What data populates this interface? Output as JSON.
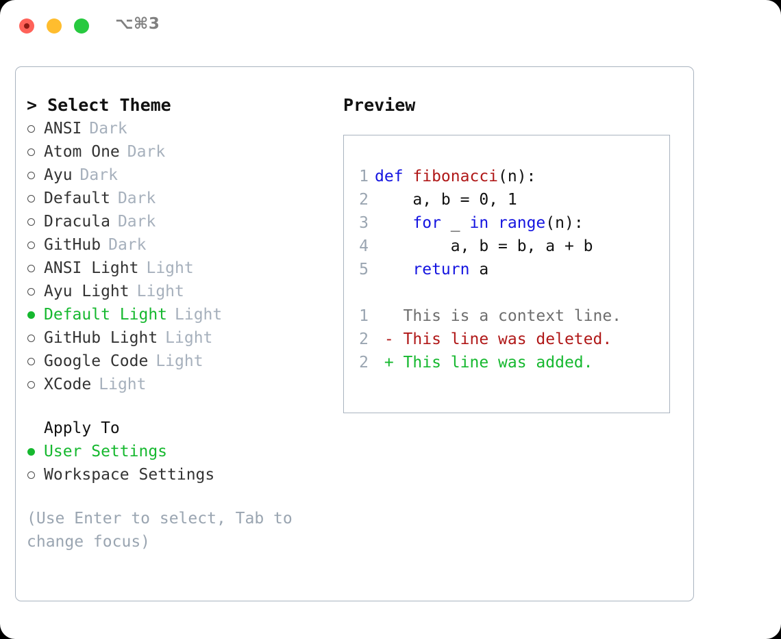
{
  "window": {
    "shortcut": "⌥⌘3",
    "controls": {
      "close": "close-button",
      "minimize": "minimize-button",
      "maximize": "maximize-button"
    },
    "colors": {
      "close": "#ff6259",
      "minimize": "#ffbd2e",
      "maximize": "#27c93f",
      "accent_green": "#16b82f",
      "panel_border": "#a9b3bf",
      "muted": "#a6b0bc",
      "hint": "#9aa5b1",
      "keyword_blue": "#1414e0",
      "function_red": "#b01818"
    }
  },
  "theme_list": {
    "header": "> Select Theme",
    "items": [
      {
        "marker": "off",
        "name": "ANSI",
        "suffix": "Dark",
        "selected": false
      },
      {
        "marker": "off",
        "name": "Atom One",
        "suffix": "Dark",
        "selected": false
      },
      {
        "marker": "off",
        "name": "Ayu",
        "suffix": "Dark",
        "selected": false
      },
      {
        "marker": "off",
        "name": "Default",
        "suffix": "Dark",
        "selected": false
      },
      {
        "marker": "off",
        "name": "Dracula",
        "suffix": "Dark",
        "selected": false
      },
      {
        "marker": "off",
        "name": "GitHub",
        "suffix": "Dark",
        "selected": false
      },
      {
        "marker": "off",
        "name": "ANSI Light",
        "suffix": "Light",
        "selected": false
      },
      {
        "marker": "off",
        "name": "Ayu Light",
        "suffix": "Light",
        "selected": false
      },
      {
        "marker": "on",
        "name": "Default Light",
        "suffix": "Light",
        "selected": true
      },
      {
        "marker": "off",
        "name": "GitHub Light",
        "suffix": "Light",
        "selected": false
      },
      {
        "marker": "off",
        "name": "Google Code",
        "suffix": "Light",
        "selected": false
      },
      {
        "marker": "off",
        "name": "XCode",
        "suffix": "Light",
        "selected": false
      }
    ]
  },
  "apply_to": {
    "label": "Apply To",
    "items": [
      {
        "marker": "on",
        "name": "User Settings",
        "selected": true
      },
      {
        "marker": "off",
        "name": "Workspace Settings",
        "selected": false
      }
    ]
  },
  "hint": "(Use Enter to select, Tab to change focus)",
  "preview": {
    "title": "Preview",
    "code_lines": [
      {
        "no": "1",
        "tokens": [
          {
            "t": "def ",
            "c": "kw"
          },
          {
            "t": "fibonacci",
            "c": "fn"
          },
          {
            "t": "(n):",
            "c": "plain"
          }
        ]
      },
      {
        "no": "2",
        "tokens": [
          {
            "t": "    a, b = 0, 1",
            "c": "plain"
          }
        ]
      },
      {
        "no": "3",
        "tokens": [
          {
            "t": "    ",
            "c": "plain"
          },
          {
            "t": "for",
            "c": "kw"
          },
          {
            "t": " _ ",
            "c": "plain"
          },
          {
            "t": "in",
            "c": "kw"
          },
          {
            "t": " ",
            "c": "plain"
          },
          {
            "t": "range",
            "c": "kw"
          },
          {
            "t": "(n):",
            "c": "plain"
          }
        ]
      },
      {
        "no": "4",
        "tokens": [
          {
            "t": "        a, b = b, a + b",
            "c": "plain"
          }
        ]
      },
      {
        "no": "5",
        "tokens": [
          {
            "t": "    ",
            "c": "plain"
          },
          {
            "t": "return",
            "c": "kw"
          },
          {
            "t": " a",
            "c": "plain"
          }
        ]
      }
    ],
    "diff_lines": [
      {
        "no": "1",
        "text": "   This is a context line.",
        "c": "ctx"
      },
      {
        "no": "2",
        "text": " - This line was deleted.",
        "c": "del"
      },
      {
        "no": "2",
        "text": " + This line was added.",
        "c": "add"
      }
    ]
  }
}
